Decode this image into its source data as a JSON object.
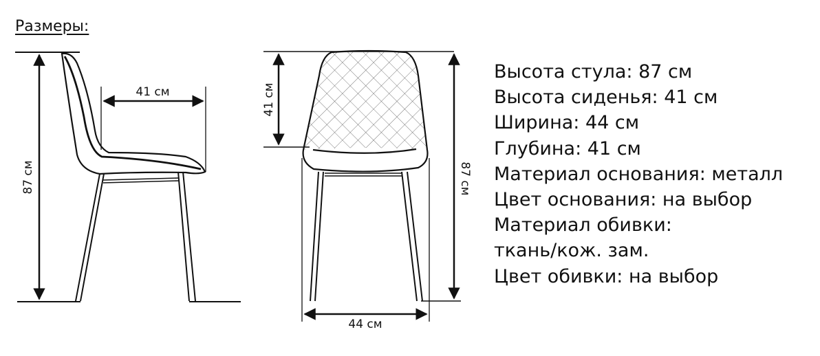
{
  "title": "Размеры:",
  "side_view": {
    "height_label": "87 см",
    "depth_label": "41 см"
  },
  "front_view": {
    "back_height_label": "41 см",
    "height_label": "87 см",
    "width_label": "44 см"
  },
  "specs": [
    "Высота стула: 87 см",
    "Высота сиденья: 41 см",
    "Ширина: 44 см",
    "Глубина: 41 см",
    "Материал основания: металл",
    "Цвет основания: на выбор",
    "Материал обивки:",
    "ткань/кож. зам.",
    "Цвет обивки: на выбор"
  ]
}
